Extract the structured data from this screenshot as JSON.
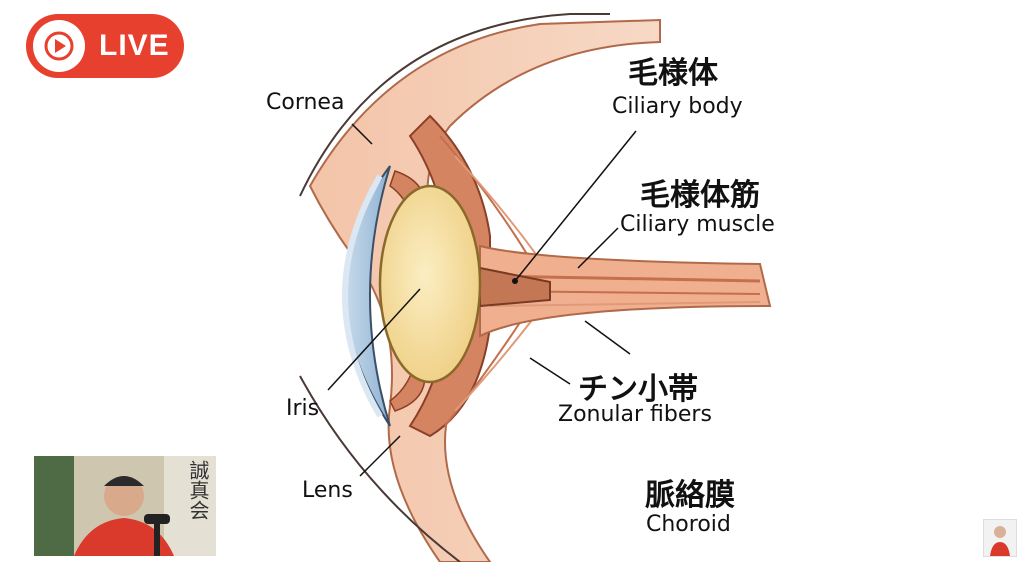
{
  "live_badge": {
    "label": "LIVE",
    "icon": "play-icon"
  },
  "diagram": {
    "labels": {
      "cornea": "Cornea",
      "iris": "Iris",
      "lens": "Lens",
      "ciliary_body_jp": "毛様体",
      "ciliary_body_en": "Ciliary body",
      "ciliary_muscle_jp": "毛様体筋",
      "ciliary_muscle_en": "Ciliary muscle",
      "zonular_jp": "チン小帯",
      "zonular_en": "Zonular fibers",
      "choroid_jp": "脈絡膜",
      "choroid_en": "Choroid"
    }
  },
  "webcam": {
    "calligraphy": "誠真会"
  },
  "colors": {
    "live_red": "#e8402f",
    "cornea_blue": "#a9c6df",
    "lens_yellow": "#f5dd9a",
    "tissue_pink": "#f1b79a",
    "muscle_brown": "#c9714f"
  }
}
